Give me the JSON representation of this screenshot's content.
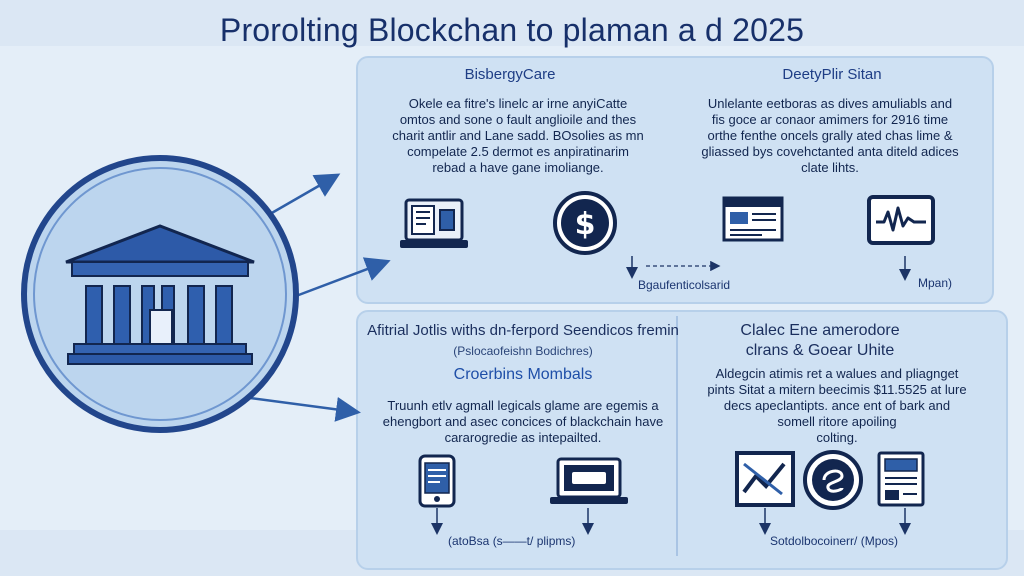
{
  "title": "Prorolting Blockchan to plaman a d 2025",
  "sections": {
    "top_left": {
      "title": "BisbergyCare",
      "body": [
        "Okele ea fitre's linelc ar irne anyiCatte",
        "omtos and sone o fault anglioile and thes",
        "charit antlir and Lane sadd. BOsolies as mn",
        "compelate 2.5 dermot es anpiratinarim",
        "rebad a have gane imoliange."
      ],
      "label": "Bgaufenticolsarid"
    },
    "top_right": {
      "title": "DeetyPlir Sitan",
      "body": [
        "Unlelante eetboras as dives amuliabls and",
        "fis goce ar conaor amimers for 2916 time",
        "orthe fenthe oncels grally ated chas lime &",
        "gliassed bys covehctanted anta diteld adices",
        "clate lihts."
      ],
      "label": "Mpan)"
    },
    "bottom_left": {
      "title": "Afitrial Jotlis withs dn-ferpord Seendicos fremin",
      "subtitle": "(Pslocaofeishn Bodichres)",
      "heading": "Croerbins Mombals",
      "body": [
        "Truunh etlv agmall legicals glame are egemis a",
        "ehengbort and asec concices of blackchain have",
        "cararogredie as intepailted."
      ],
      "label": "(atoBsa (s——t/ plipms)"
    },
    "bottom_right": {
      "title_lines": [
        "Clalec Ene amerodore",
        "clrans & Goear Uhite"
      ],
      "body": [
        "Aldegcin atimis ret a walues and pliagnget",
        "pints Sitat a mitern beecimis $11.5525 at lure",
        "decs apeclantipts. ance ent of bark and",
        "somell ritore apoiling",
        "colting."
      ],
      "label": "Sotdolbocoinerr/ (Mpos)"
    }
  },
  "icons": {
    "hub": "bank-building-icon",
    "top": [
      "laptop-document-icon",
      "dollar-coin-icon",
      "browser-window-icon",
      "waveform-screen-icon"
    ],
    "bottom": [
      "mobile-device-icon",
      "laptop-screen-icon",
      "chart-screen-icon",
      "coin-token-icon",
      "document-card-icon"
    ]
  },
  "colors": {
    "navy": "#12264f",
    "accent_blue": "#2f5fa8",
    "panel_fill": "#cfe1f3",
    "hub_fill": "#bcd5ee"
  }
}
